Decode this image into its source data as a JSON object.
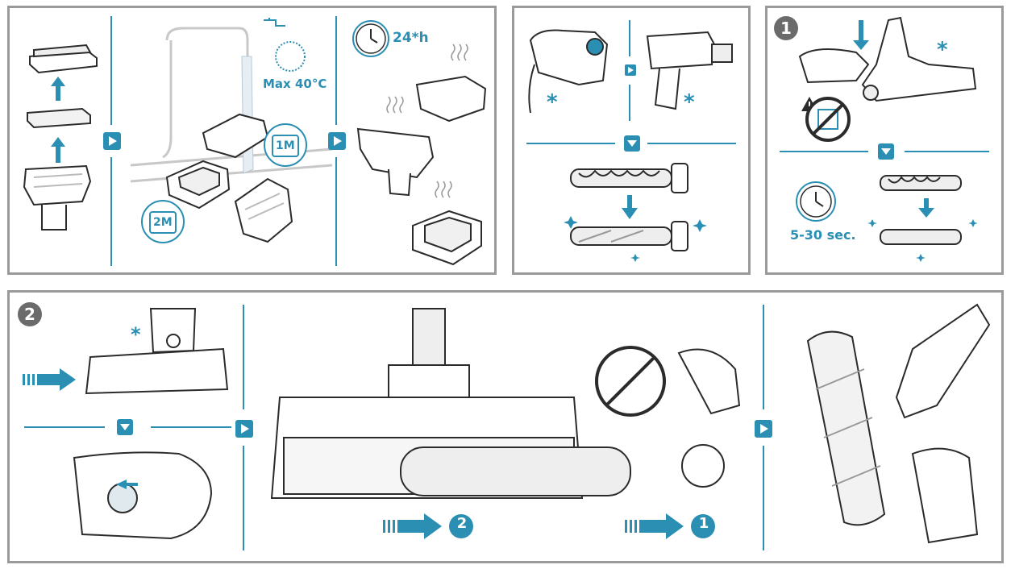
{
  "panel_a": {
    "water_temp_label": "Max 40°C",
    "interval_1m": "1M",
    "interval_2m": "2M",
    "drying_time_label": "24*h"
  },
  "panel_c": {
    "step_number": "1",
    "duration_label": "5-30 sec."
  },
  "panel_d": {
    "step_number": "2",
    "sequence_2": "2",
    "sequence_1": "1"
  },
  "icons": [
    "faucet-icon",
    "calendar-icon",
    "clock-icon",
    "warning-icon",
    "no-water-icon",
    "next-arrow-icon",
    "down-arrow-icon",
    "asterisk-icon",
    "sparkle-icon"
  ],
  "colors": {
    "accent": "#2a8fb3",
    "border": "#9a9a9a",
    "ink": "#2b2b2b",
    "badge": "#6b6b6b"
  }
}
